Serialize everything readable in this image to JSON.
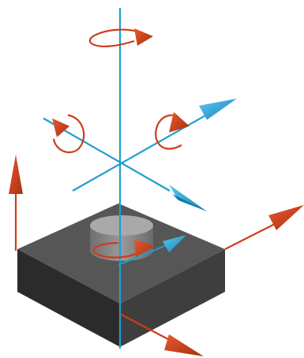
{
  "colors": {
    "background": "#ffffff",
    "axis_blue": "#1e9ed2",
    "arrow_blue": "#23a7e2",
    "arrow_red": "#cc3d1a",
    "arrow_red_dark": "#9c2b10",
    "block_top": "#555555",
    "block_left": "#2a2a2a",
    "block_right": "#3d3d3d",
    "disk": "#8e8e8e",
    "disk_top": "#a8a8a8"
  },
  "icons": {
    "scene": "six-dof-motion-platform-diagram",
    "base": "square-base-block",
    "sensor": "cylindrical-sensor-disk",
    "rotation": "curved-rotation-arrow",
    "translation": "straight-translation-arrow"
  }
}
